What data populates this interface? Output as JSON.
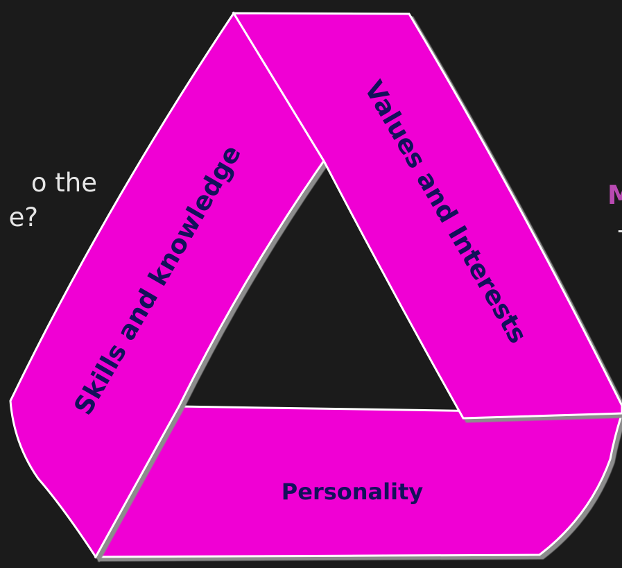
{
  "diagram": {
    "bands": [
      {
        "label": "Skills and knowledge"
      },
      {
        "label": "Values and Interests"
      },
      {
        "label": "Personality"
      }
    ]
  },
  "side_text": {
    "left_line_1": "o the",
    "left_line_2": "e?",
    "right_line_1": "M",
    "right_line_2": "-"
  },
  "colors": {
    "background": "#1b1b1b",
    "band_fill": "#f004d4",
    "band_stroke": "#ffffff",
    "label_color": "#12115a",
    "accent_text": "#b94ab2"
  }
}
